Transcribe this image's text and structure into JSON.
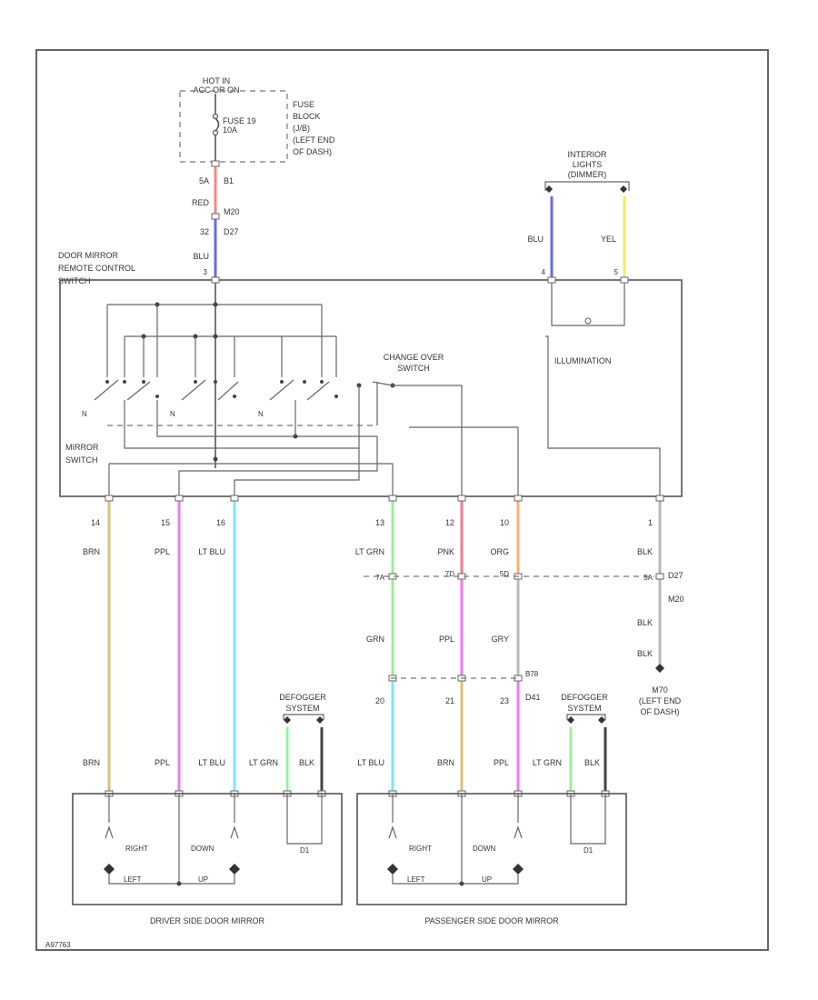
{
  "fuse": {
    "hot_in": "HOT IN",
    "acc_on": "ACC OR ON",
    "fuse_label": "FUSE 19",
    "fuse_amp": "10A",
    "block_l1": "FUSE",
    "block_l2": "BLOCK",
    "block_l3": "(J/B)",
    "block_l4": "(LEFT END",
    "block_l5": "OF DASH)"
  },
  "feed": {
    "pin_top": "5A",
    "conn_top": "B1",
    "color_red": "RED",
    "conn_mid": "M20",
    "pin_mid": "32",
    "conn_bot": "D27",
    "color_blu": "BLU",
    "pin_sw": "3"
  },
  "illum": {
    "title1": "INTERIOR",
    "title2": "LIGHTS",
    "title3": "(DIMMER)",
    "wire_left": "BLU",
    "wire_right": "YEL",
    "pin_left": "4",
    "pin_right": "5",
    "label": "ILLUMINATION"
  },
  "switch": {
    "title1": "DOOR MIRROR",
    "title2": "REMOTE CONTROL",
    "title3": "SWITCH",
    "mirror_label": "MIRROR",
    "mirror_label2": "SWITCH",
    "changeover1": "CHANGE OVER",
    "changeover2": "SWITCH",
    "sw_n": "N"
  },
  "harness": {
    "pins": [
      "14",
      "15",
      "16",
      "13",
      "12",
      "10",
      "1"
    ],
    "colors_top": [
      "BRN",
      "PPL",
      "LT BLU",
      "LT GRN",
      "PNK",
      "ORG",
      "BLK"
    ],
    "mid_pins": [
      "7A",
      "7D",
      "5D",
      "5A"
    ],
    "conn_right": "D27",
    "conn_right2": "M20",
    "colors_mid": [
      "GRN",
      "PPL",
      "GRY",
      "BLK",
      "BLK"
    ],
    "conn_lower": "B78",
    "conn_lower2": "D41",
    "pins_lower": [
      "20",
      "21",
      "23"
    ],
    "ground1": "M70",
    "ground2": "(LEFT END",
    "ground3": "OF DASH)"
  },
  "defog": {
    "title1": "DEFOGGER",
    "title2": "SYSTEM"
  },
  "driver_mirror": {
    "wires": [
      "BRN",
      "PPL",
      "LT BLU",
      "LT GRN",
      "BLK"
    ],
    "right": "RIGHT",
    "down": "DOWN",
    "left": "LEFT",
    "up": "UP",
    "conn": "D1",
    "label": "DRIVER SIDE DOOR MIRROR"
  },
  "pass_mirror": {
    "wires": [
      "LT BLU",
      "BRN",
      "PPL",
      "LT GRN",
      "BLK"
    ],
    "right": "RIGHT",
    "down": "DOWN",
    "left": "LEFT",
    "up": "UP",
    "conn": "D1",
    "label": "PASSENGER SIDE DOOR MIRROR"
  },
  "footer": {
    "code": "A97763"
  },
  "wire_colors": {
    "red": "#f08a8a",
    "blu": "#6a6ae8",
    "yel": "#eeee66",
    "brn": "#d8c07a",
    "ppl": "#f17af1",
    "ltblu": "#7ae9f2",
    "ltgrn": "#9af09a",
    "pnk": "#f07a8a",
    "org": "#f5b070",
    "gry": "#b8b8b8",
    "blk": "#444444"
  }
}
